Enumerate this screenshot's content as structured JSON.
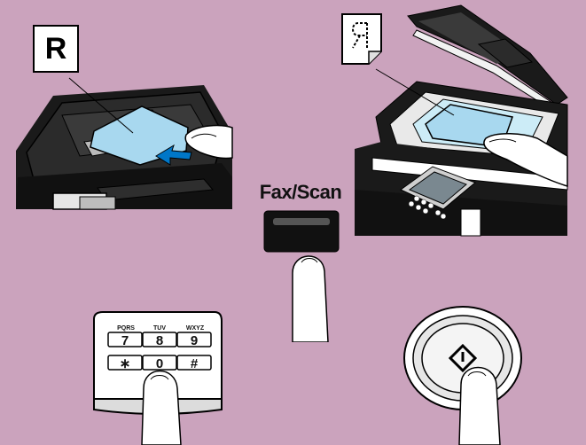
{
  "colors": {
    "background": "#cba3bd",
    "glass": "#a8d8ef",
    "machine": "#1a1a1a",
    "finger": "#ffffff"
  },
  "adf_panel": {
    "document_letter": "R"
  },
  "glass_panel": {
    "document_icon": "mirrored-r-document-icon"
  },
  "fax_scan": {
    "label": "Fax/Scan"
  },
  "keypad": {
    "keys": [
      {
        "sub": "PQRS",
        "main": "7"
      },
      {
        "sub": "TUV",
        "main": "8"
      },
      {
        "sub": "WXYZ",
        "main": "9"
      },
      {
        "sub": "",
        "main": "∗"
      },
      {
        "sub": "",
        "main": "0"
      },
      {
        "sub": "",
        "main": "#"
      }
    ]
  },
  "start_button": {
    "icon": "start-diamond-icon"
  }
}
